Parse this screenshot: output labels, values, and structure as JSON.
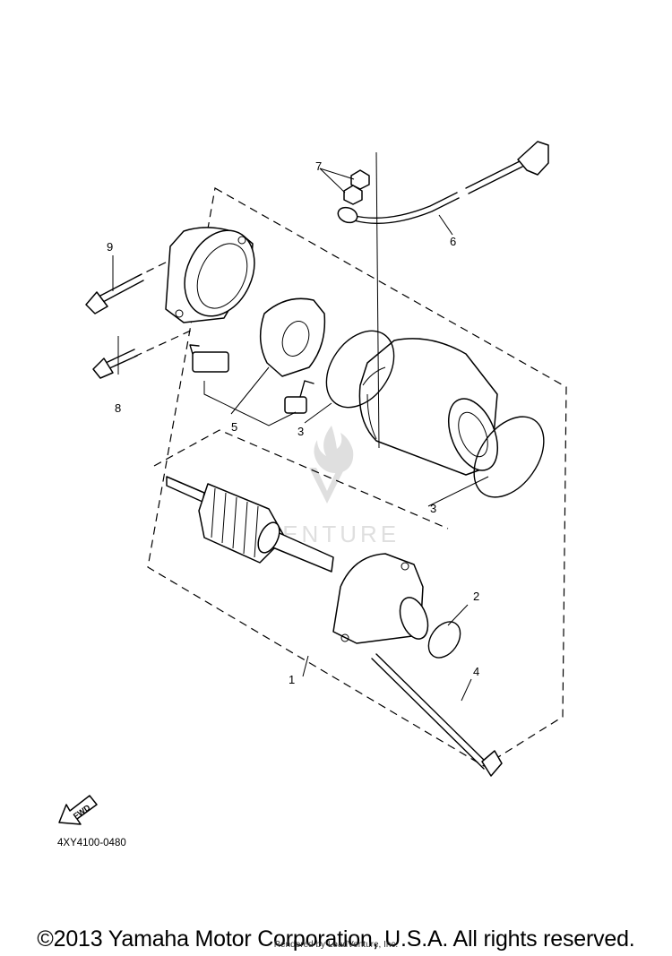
{
  "diagram": {
    "part_labels": [
      {
        "id": "1",
        "text": "1"
      },
      {
        "id": "2",
        "text": "2"
      },
      {
        "id": "3a",
        "text": "3"
      },
      {
        "id": "3b",
        "text": "3"
      },
      {
        "id": "4",
        "text": "4"
      },
      {
        "id": "5",
        "text": "5"
      },
      {
        "id": "6",
        "text": "6"
      },
      {
        "id": "7",
        "text": "7"
      },
      {
        "id": "8",
        "text": "8"
      },
      {
        "id": "9",
        "text": "9"
      }
    ],
    "fwd_label": "FWD",
    "diagram_code": "4XY4100-0480",
    "watermark_text": "VENTURE"
  },
  "footer": {
    "copyright": "©2013 Yamaha Motor Corporation, U.S.A. All rights reserved.",
    "rendered_by": "Rendered by LeadVenture, Inc."
  }
}
